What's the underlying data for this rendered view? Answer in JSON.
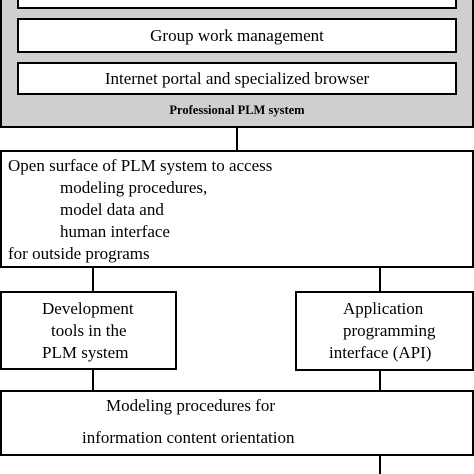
{
  "top_panel": {
    "group_work_label": "Group work management",
    "internet_portal_label": "Internet portal and specialized browser",
    "system_label": "Professional PLM system"
  },
  "open_surface_box": {
    "lines": [
      "Open surface of PLM system to access",
      "modeling procedures,",
      "model data and",
      "human  interface",
      "for outside programs"
    ]
  },
  "development_tools_box": {
    "lines": [
      "Development",
      "tools in the",
      "PLM system"
    ]
  },
  "api_box": {
    "lines": [
      "Application",
      "programming",
      "interface (API)"
    ]
  },
  "modeling_box": {
    "lines": [
      "Modeling procedures for",
      "information content orientation"
    ]
  }
}
